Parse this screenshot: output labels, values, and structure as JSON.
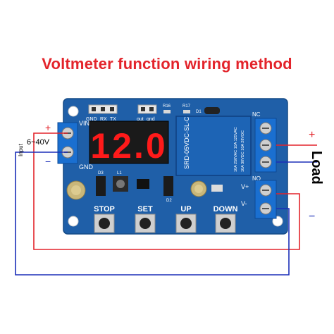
{
  "title": "Voltmeter function wiring method",
  "display": {
    "value": "12.0"
  },
  "header_pins": {
    "gnd": "GND",
    "rx": "RX",
    "tx": "TX",
    "out": "out",
    "gnd2": "gnd"
  },
  "relay": {
    "model": "SRD-05VDC-SL-C",
    "spec1": "10A 250VAC  10A 125VAC",
    "spec2": "10A 30VDC   10A 28VDC"
  },
  "terminals": {
    "vin": "VIN",
    "gnd": "GND",
    "nc": "NC",
    "no": "NO",
    "v_plus": "V+",
    "v_minus": "V-"
  },
  "buttons": {
    "stop": "STOP",
    "set": "SET",
    "up": "UP",
    "down": "DOWN"
  },
  "input": {
    "label": "Input",
    "range": "6~40V",
    "plus": "+",
    "minus": "−"
  },
  "load": {
    "label": "Load",
    "plus": "+",
    "minus": "−"
  },
  "component_labels": {
    "l1": "L1",
    "d1": "D1",
    "d2": "D2",
    "d3": "D3",
    "r16": "R16",
    "r17": "R17"
  },
  "colors": {
    "title": "#e3242b",
    "pcb": "#1f5fa8",
    "display_digits": "#ff1a1a",
    "relay": "#1d64b5",
    "terminal": "#1a6fd0",
    "wire_red": "#e3242b",
    "wire_blue": "#1b2fb8"
  }
}
